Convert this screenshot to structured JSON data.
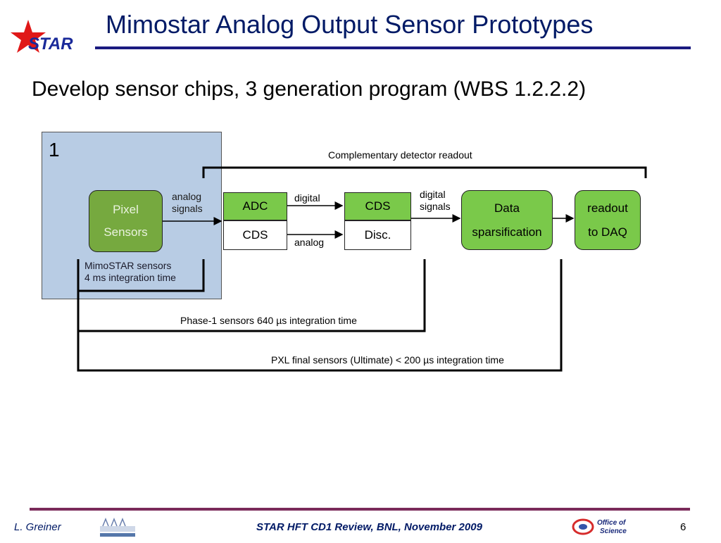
{
  "slide": {
    "title": "Mimostar Analog Output Sensor Prototypes",
    "subtitle": "Develop sensor chips, 3 generation program (WBS 1.2.2.2)",
    "logo_text": "STAR",
    "page_number": "6"
  },
  "diagram": {
    "gen1_number": "1",
    "complementary_label": "Complementary detector readout",
    "pixel_sensors": [
      "Pixel",
      "Sensors"
    ],
    "analog_signals": [
      "analog",
      "signals"
    ],
    "adc": "ADC",
    "cds_left": "CDS",
    "digital_label": "digital",
    "analog_label": "analog",
    "cds_right": "CDS",
    "disc": "Disc.",
    "digital_signals": [
      "digital",
      "signals"
    ],
    "data_sparsification": [
      "Data",
      "sparsification"
    ],
    "readout": [
      "readout",
      "to DAQ"
    ],
    "mimostar_note": [
      "MimoSTAR sensors",
      "4 ms integration time"
    ],
    "phase1_note": "Phase-1 sensors  640 µs integration time",
    "pxl_note": "PXL final sensors (Ultimate)  < 200 µs integration time"
  },
  "footer": {
    "author": "L. Greiner",
    "event": "STAR HFT CD1 Review, BNL, November 2009",
    "office_logo_text": [
      "Office of",
      "Science"
    ]
  },
  "colors": {
    "title": "#001a66",
    "gen1_fill": "#b8cce4",
    "green_light": "#7ac94a",
    "green_dark": "#76a93f",
    "rule_top": "#1a1a80",
    "rule_bottom": "#7a2a5a"
  }
}
